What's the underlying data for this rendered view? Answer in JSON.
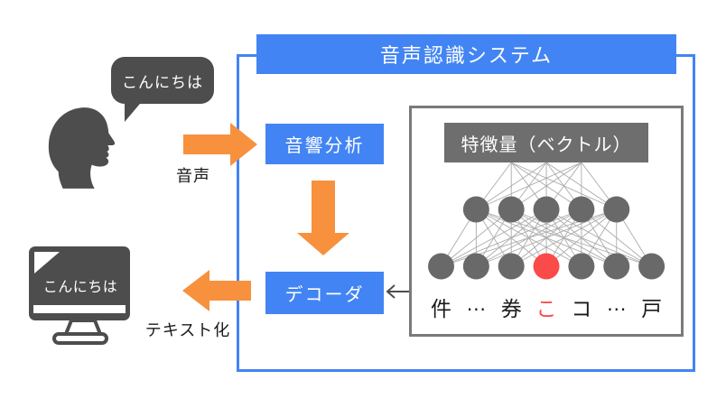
{
  "colors": {
    "blue": "#4284F3",
    "orange": "#F7913E",
    "dark": "#4D4D4D",
    "node": "#696969",
    "red": "#FB4A4A",
    "line": "#ABABAB",
    "panel-border": "#7A7A7A",
    "header-bg": "#6E6E6E"
  },
  "system_box": {
    "title": "音声認識システム"
  },
  "speaker": {
    "bubble_text": "こんにちは"
  },
  "flow": {
    "voice_arrow_label": "音声",
    "acoustic_box_label": "音響分析",
    "decoder_box_label": "デコーダ",
    "textify_arrow_label": "テキスト化"
  },
  "feature_panel": {
    "header": "特徴量（ベクトル）",
    "middle_layer_count": 5,
    "bottom_layer_count": 7,
    "bottom_highlight_index": 3,
    "candidates": [
      {
        "label": "件",
        "highlight": false
      },
      {
        "label": "…",
        "highlight": false
      },
      {
        "label": "券",
        "highlight": false
      },
      {
        "label": "こ",
        "highlight": true
      },
      {
        "label": "コ",
        "highlight": false
      },
      {
        "label": "…",
        "highlight": false
      },
      {
        "label": "戸",
        "highlight": false
      }
    ]
  },
  "monitor": {
    "screen_text": "こんにちは"
  }
}
